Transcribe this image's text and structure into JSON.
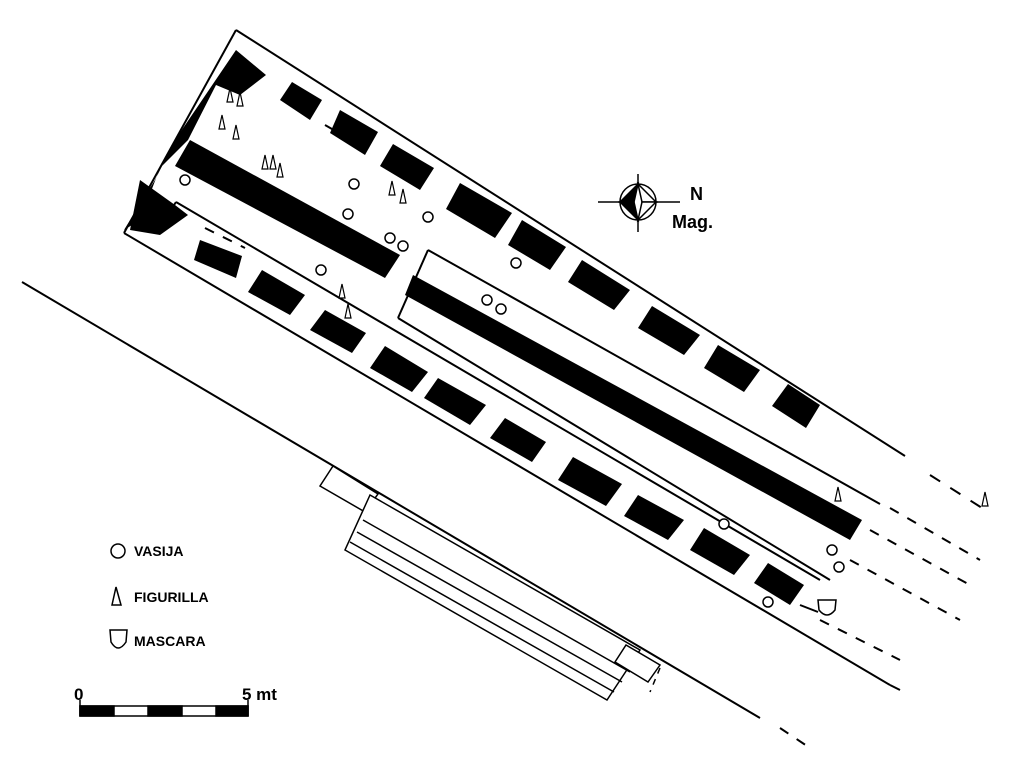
{
  "compass": {
    "north_label": "N",
    "magnetic_label": "Mag."
  },
  "legend": {
    "vessel": {
      "label": "VASIJA",
      "icon": "circle-icon"
    },
    "figurine": {
      "label": "FIGURILLA",
      "icon": "figurine-icon"
    },
    "mask": {
      "label": "MASCARA",
      "icon": "mask-icon"
    }
  },
  "scale_bar": {
    "start_label": "0",
    "end_label": "5 mt",
    "segments": 5
  }
}
